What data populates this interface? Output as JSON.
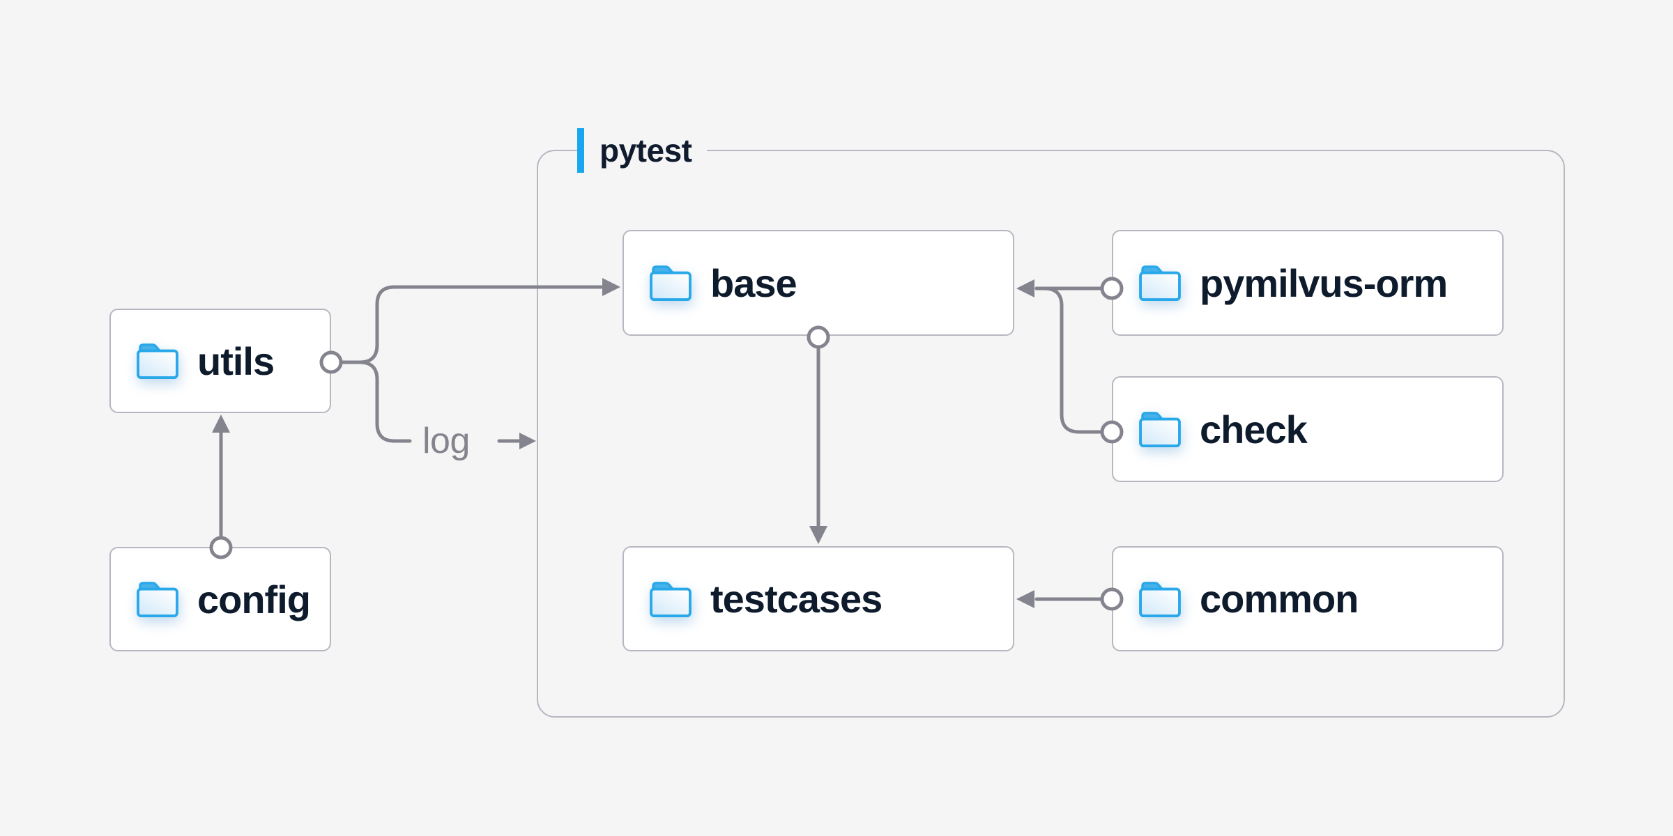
{
  "diagram": {
    "kind": "folder-dependency-diagram",
    "background": "#f5f5f6"
  },
  "colors": {
    "background": "#f5f5f6",
    "node_fill": "#ffffff",
    "node_border": "#b7b7c1",
    "node_text": "#0e1b2c",
    "edge_gray": "#84848e",
    "accent_blue": "#18a7ef",
    "folder_blue": "#29a8e9"
  },
  "container": {
    "label": "pytest"
  },
  "nodes": {
    "utils": {
      "label": "utils",
      "icon": "folder-icon"
    },
    "config": {
      "label": "config",
      "icon": "folder-icon"
    },
    "base": {
      "label": "base",
      "icon": "folder-icon"
    },
    "pymilvus_orm": {
      "label": "pymilvus-orm",
      "icon": "folder-icon"
    },
    "check": {
      "label": "check",
      "icon": "folder-icon"
    },
    "testcases": {
      "label": "testcases",
      "icon": "folder-icon"
    },
    "common": {
      "label": "common",
      "icon": "folder-icon"
    }
  },
  "edges": {
    "log_label": "log",
    "list": [
      {
        "from": "config",
        "to": "utils"
      },
      {
        "from": "utils",
        "to": "base"
      },
      {
        "from": "utils",
        "to": "pytest-container",
        "label": "log"
      },
      {
        "from": "pymilvus-orm",
        "to": "base"
      },
      {
        "from": "check",
        "to": "base"
      },
      {
        "from": "base",
        "to": "testcases"
      },
      {
        "from": "common",
        "to": "testcases"
      }
    ]
  }
}
